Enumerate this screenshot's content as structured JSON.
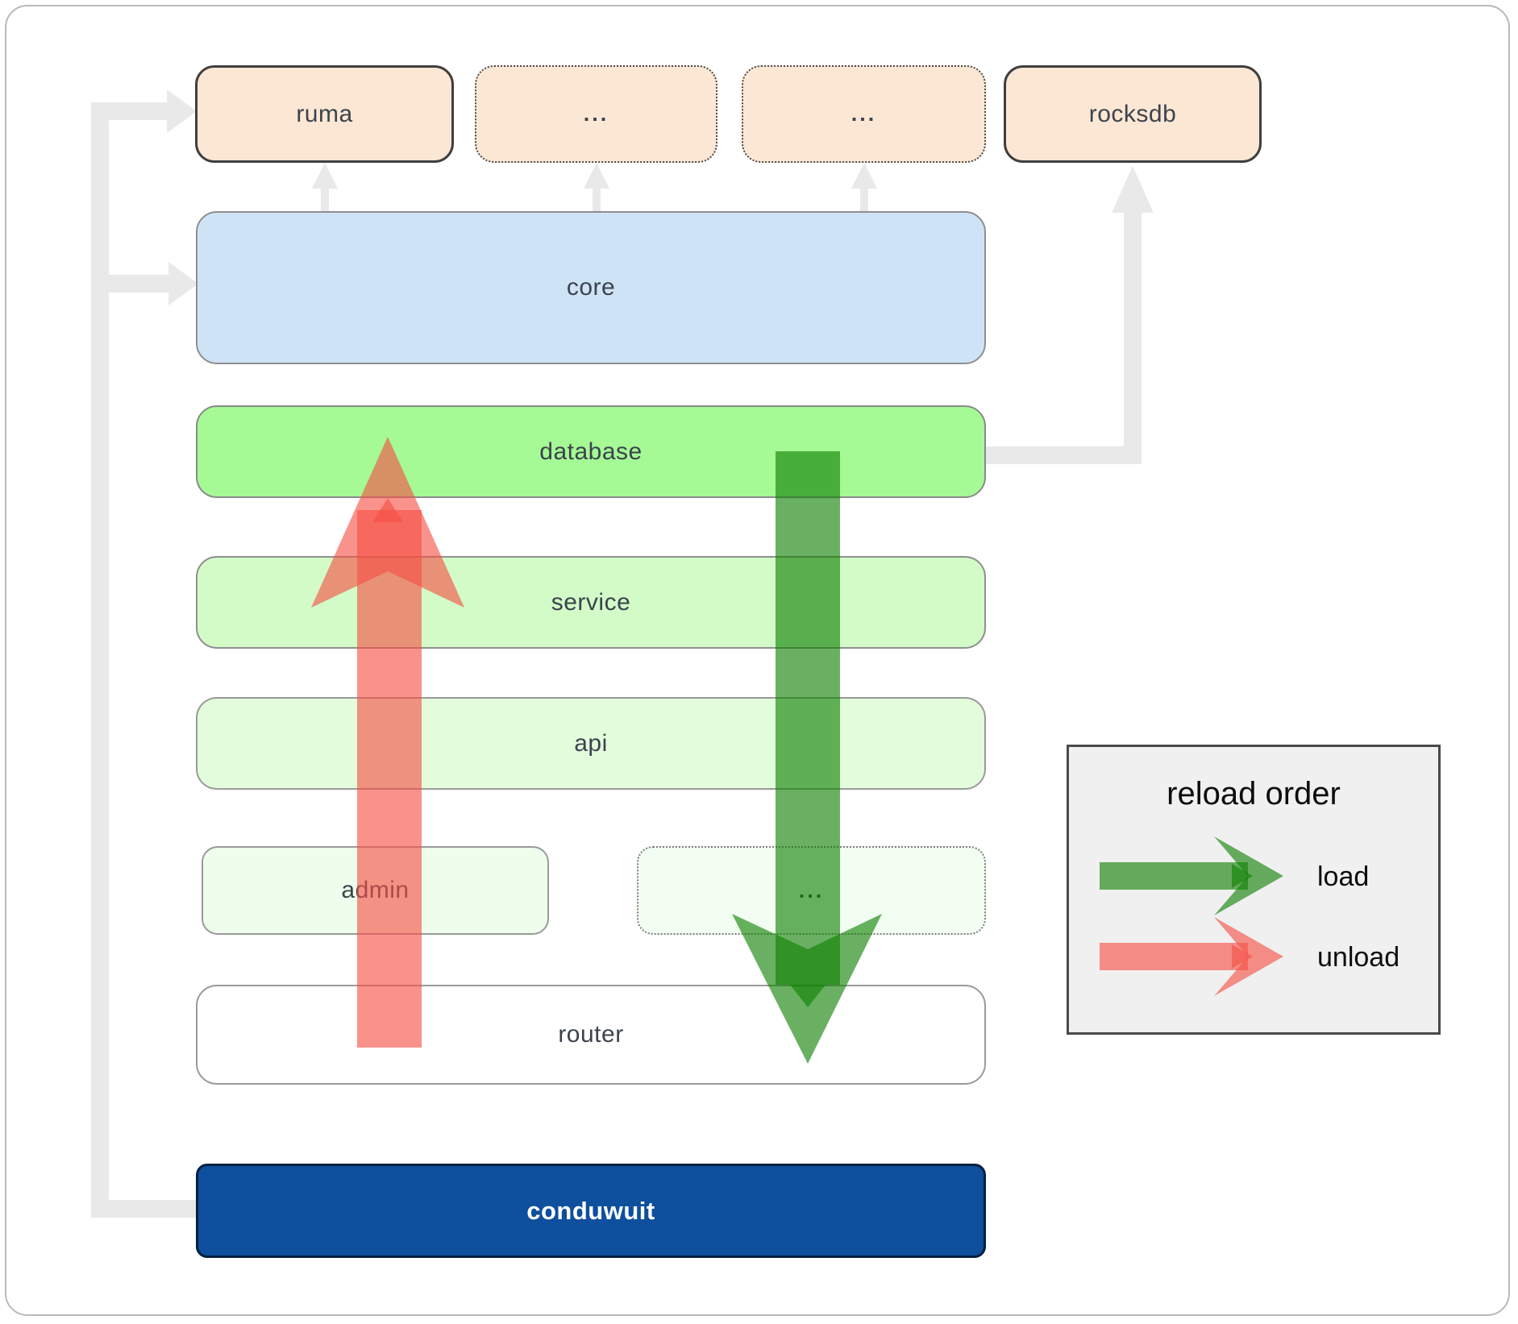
{
  "diagram": {
    "title_boxes": {
      "ruma": "ruma",
      "ext_top_1": "...",
      "ext_top_2": "...",
      "rocksdb": "rocksdb"
    },
    "layers": {
      "core": "core",
      "database": "database",
      "service": "service",
      "api": "api",
      "admin": "admin",
      "ext_bottom": "...",
      "router": "router",
      "conduwuit": "conduwuit"
    },
    "colors": {
      "peach_fill": "#fce7d5",
      "core_fill": "#cfe3f7",
      "database_fill": "#a5fa95",
      "service_fill": "#d2fbc8",
      "api_fill": "#e3fcdc",
      "admin_fill": "#eefdec",
      "router_fill": "#ffffff",
      "conduwuit_fill": "#0e4f9e",
      "label_color": "#3c434c",
      "connector": "#e9e9e9",
      "load_arrow": "rgba(14,128,2,0.62)",
      "unload_arrow": "rgba(245,79,68,0.62)"
    }
  },
  "legend": {
    "title": "reload order",
    "items": [
      {
        "label": "load"
      },
      {
        "label": "unload"
      }
    ]
  }
}
